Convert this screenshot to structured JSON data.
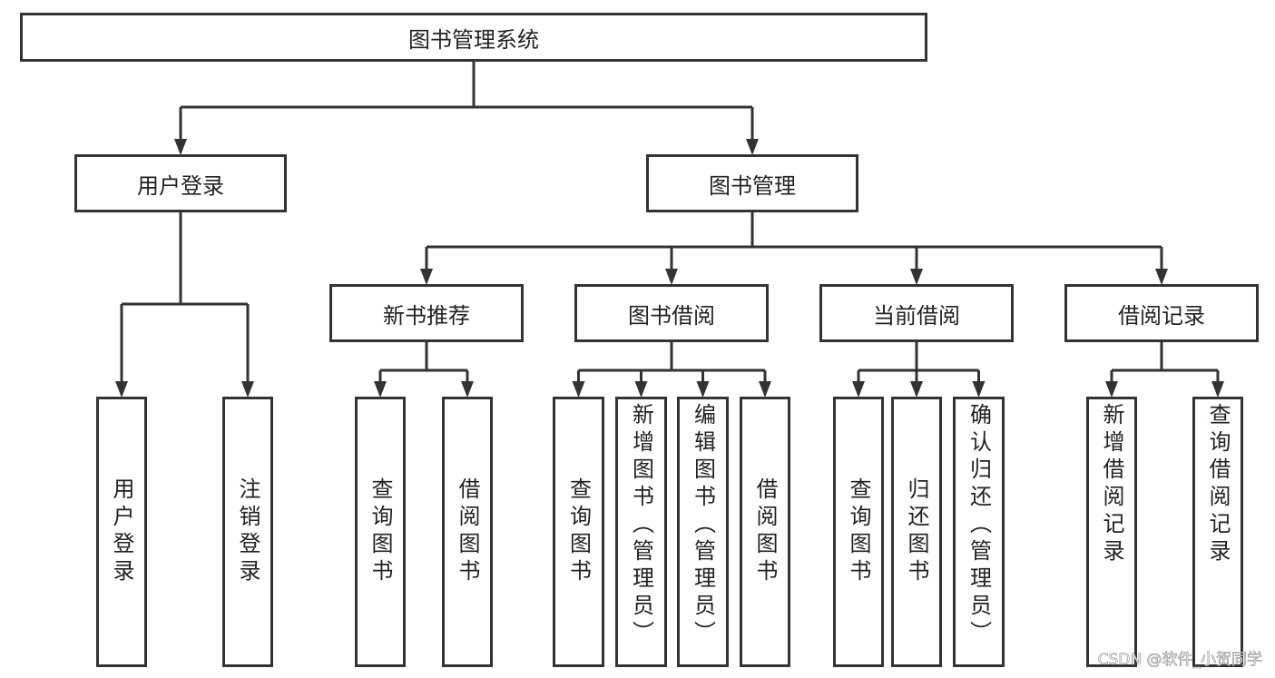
{
  "diagram": {
    "root": {
      "id": "root",
      "label": "图书管理系统"
    },
    "level1": [
      {
        "id": "login",
        "label": "用户登录"
      },
      {
        "id": "mgmt",
        "label": "图书管理"
      }
    ],
    "level2": [
      {
        "id": "rec",
        "label": "新书推荐",
        "parent": "mgmt"
      },
      {
        "id": "borrow",
        "label": "图书借阅",
        "parent": "mgmt"
      },
      {
        "id": "current",
        "label": "当前借阅",
        "parent": "mgmt"
      },
      {
        "id": "records",
        "label": "借阅记录",
        "parent": "mgmt"
      }
    ],
    "leaves": [
      {
        "id": "l1",
        "label": "用户登录",
        "parent": "login"
      },
      {
        "id": "l2",
        "label": "注销登录",
        "parent": "login"
      },
      {
        "id": "r1",
        "label": "查询图书",
        "parent": "rec"
      },
      {
        "id": "r2",
        "label": "借阅图书",
        "parent": "rec"
      },
      {
        "id": "b1",
        "label": "查询图书",
        "parent": "borrow"
      },
      {
        "id": "b2",
        "label": "新增图书（管理员）",
        "parent": "borrow"
      },
      {
        "id": "b3",
        "label": "编辑图书（管理员）",
        "parent": "borrow"
      },
      {
        "id": "b4",
        "label": "借阅图书",
        "parent": "borrow"
      },
      {
        "id": "c1",
        "label": "查询图书",
        "parent": "current"
      },
      {
        "id": "c2",
        "label": "归还图书",
        "parent": "current"
      },
      {
        "id": "c3",
        "label": "确认归还（管理员）",
        "parent": "current"
      },
      {
        "id": "h1",
        "label": "新增借阅记录",
        "parent": "records"
      },
      {
        "id": "h2",
        "label": "查询借阅记录",
        "parent": "records"
      }
    ]
  },
  "watermark": "CSDN @软件_小贺同学",
  "colors": {
    "line": "#333333",
    "text": "#222222"
  }
}
